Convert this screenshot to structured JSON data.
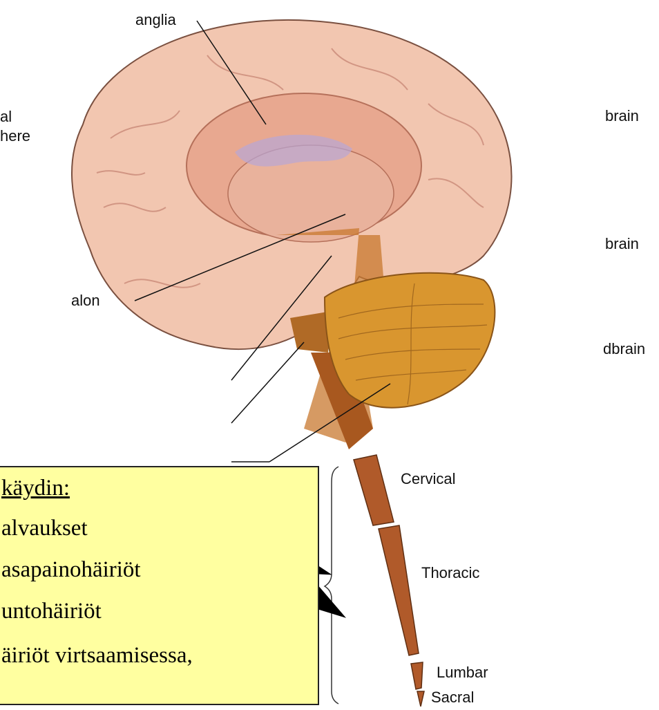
{
  "labels": {
    "basal_ganglia": "anglia",
    "cortex_line1": "al",
    "cortex_line2": "here",
    "diencephalon": "alon",
    "forebrain": "brain",
    "midbrain": "brain",
    "hindbrain": "dbrain",
    "cervical": "Cervical",
    "thoracic": "Thoracic",
    "lumbar": "Lumbar",
    "sacral": "Sacral"
  },
  "callout": {
    "title": "käydin:",
    "lines": [
      "alvaukset",
      "asapainohäiriöt",
      "untohäiriöt",
      "äiriöt virtsaamisessa,"
    ]
  },
  "colors": {
    "brain": "#f2c6b0",
    "brain_outline": "#7a5040",
    "cerebellum": "#d9962f",
    "brainstem": "#a8581f",
    "spinal_cord": "#b05a2a",
    "callout_bg": "#ffffa0"
  }
}
